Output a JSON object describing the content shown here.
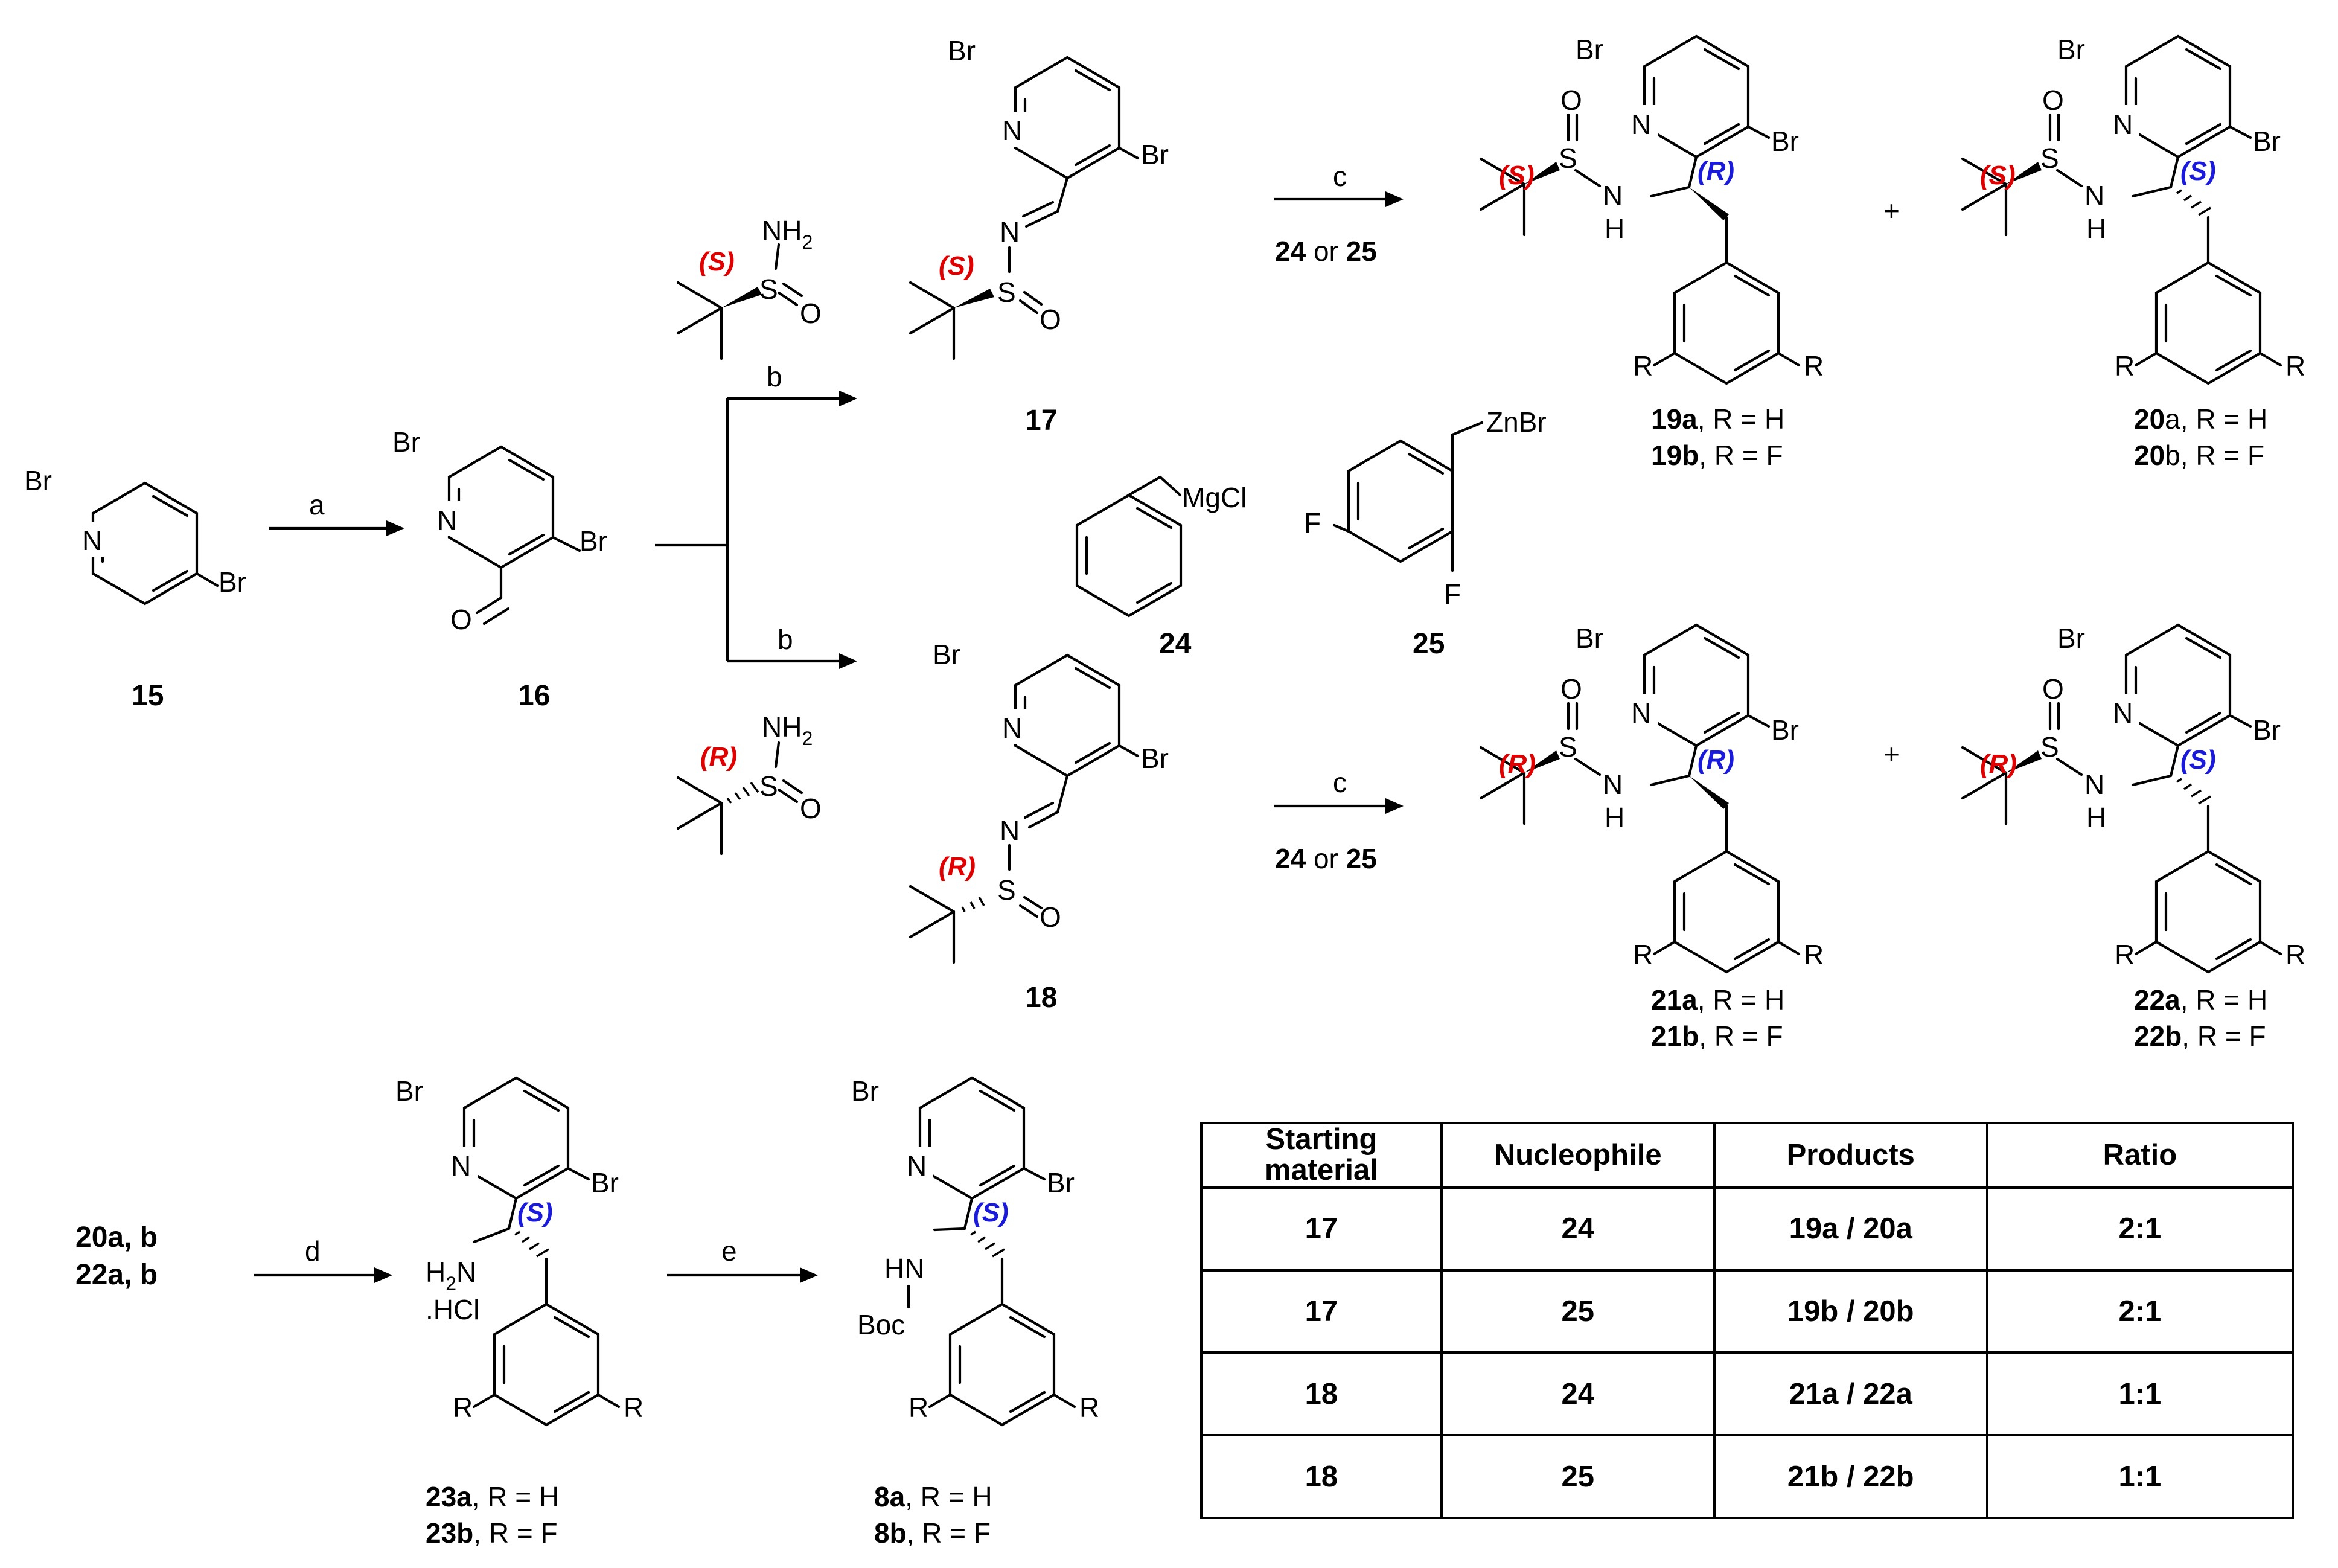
{
  "compounds": {
    "c15": "15",
    "c16": "16",
    "c17": "17",
    "c18": "18",
    "c24": "24",
    "c25": "25",
    "c19": [
      {
        "id": "19a",
        "r": ", R = H"
      },
      {
        "id": "19b",
        "r": ", R = F"
      }
    ],
    "c20": [
      {
        "id": "20",
        "sfx": "a",
        "r": ", R = H"
      },
      {
        "id": "20",
        "sfx": "b",
        "r": ", R = F"
      }
    ],
    "c21": [
      {
        "id": "21a",
        "r": ", R = H"
      },
      {
        "id": "21b",
        "r": ", R = F"
      }
    ],
    "c22": [
      {
        "id": "22a",
        "r": ", R = H"
      },
      {
        "id": "22b",
        "r": ", R = F"
      }
    ],
    "c23": [
      {
        "id": "23a",
        "r": ", R = H"
      },
      {
        "id": "23b",
        "r": ", R = F"
      }
    ],
    "c8": [
      {
        "id": "8a",
        "r": ", R = H"
      },
      {
        "id": "8b",
        "r": ", R = F"
      }
    ],
    "start_d": [
      "20a, b",
      "22a, b"
    ]
  },
  "conditions": {
    "a": "a",
    "b": "b",
    "c": "c",
    "d": "d",
    "e": "e",
    "c_reagent": {
      "n1": "24",
      "or": " or ",
      "n2": "25"
    }
  },
  "atoms": {
    "Br": "Br",
    "N": "N",
    "O": "O",
    "S": "S",
    "NH": "NH",
    "H": "H",
    "R": "R",
    "F": "F",
    "NH2": "NH",
    "sub2": "2",
    "MgCl": "MgCl",
    "ZnBr": "ZnBr",
    "H2N": "H",
    "N2": "N",
    "HCl": ".HCl",
    "HN": "HN",
    "Boc": "Boc",
    "plus": "+"
  },
  "stereo": {
    "S": "(S)",
    "R": "(R)"
  },
  "colors": {
    "sulfur_config": "#e00000",
    "carbon_config": "#1a1adc"
  },
  "table": {
    "headers": [
      "Starting\nmaterial",
      "Nucleophile",
      "Products",
      "Ratio"
    ],
    "rows": [
      {
        "starting_material": "17",
        "nucleophile": "24",
        "products": "19a / 20a",
        "ratio": "2:1"
      },
      {
        "starting_material": "17",
        "nucleophile": "25",
        "products": "19b / 20b",
        "ratio": "2:1"
      },
      {
        "starting_material": "18",
        "nucleophile": "24",
        "products": "21a / 22a",
        "ratio": "1:1"
      },
      {
        "starting_material": "18",
        "nucleophile": "25",
        "products": "21b / 22b",
        "ratio": "1:1"
      }
    ]
  }
}
